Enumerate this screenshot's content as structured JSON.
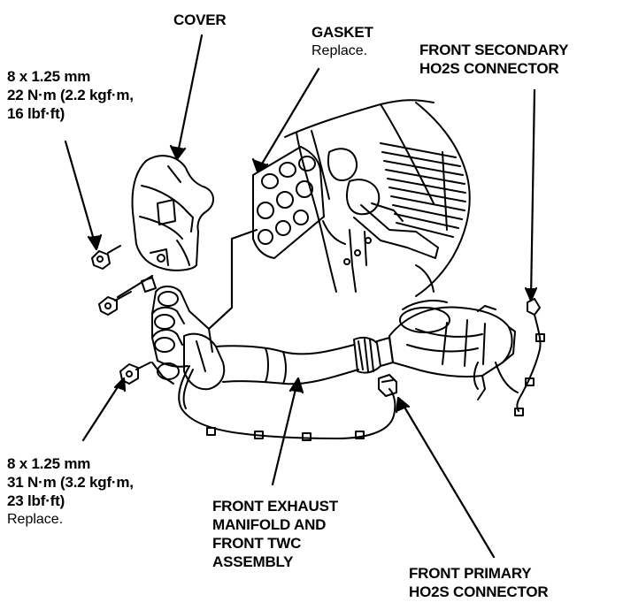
{
  "labels": {
    "cover": {
      "line1": "COVER"
    },
    "gasket": {
      "line1": "GASKET",
      "line2": "Replace."
    },
    "secondary_connector": {
      "line1": "FRONT SECONDARY",
      "line2": "HO2S CONNECTOR"
    },
    "upper_torque": {
      "line1": "8 x 1.25 mm",
      "line2": "22 N·m (2.2 kgf·m,",
      "line3": "16 lbf·ft)"
    },
    "lower_torque": {
      "line1": "8 x 1.25 mm",
      "line2": "31 N·m (3.2 kgf·m,",
      "line3": "23 lbf·ft)",
      "line4": "Replace."
    },
    "assembly": {
      "line1": "FRONT EXHAUST",
      "line2": "MANIFOLD AND",
      "line3": "FRONT TWC",
      "line4": "ASSEMBLY"
    },
    "primary_connector": {
      "line1": "FRONT PRIMARY",
      "line2": "HO2S CONNECTOR"
    }
  }
}
